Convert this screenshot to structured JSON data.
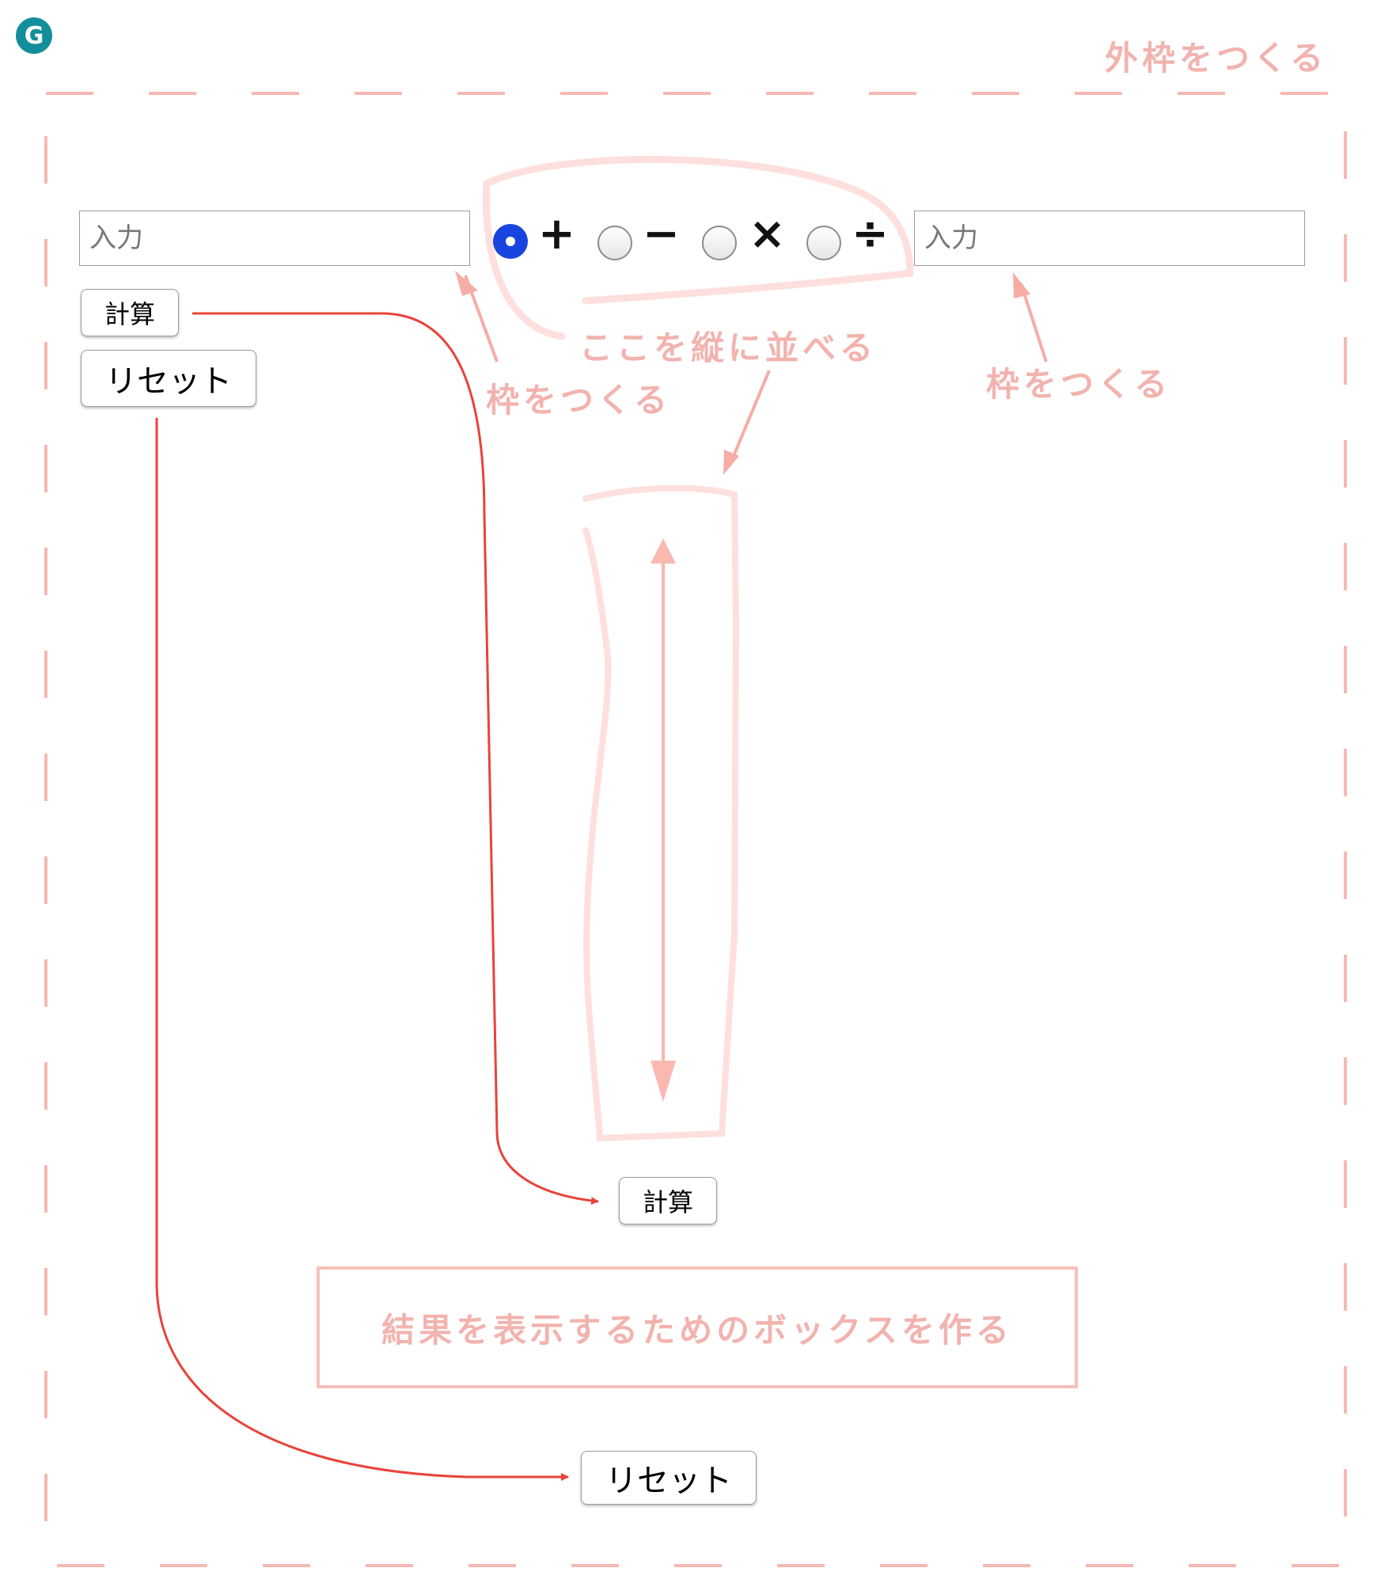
{
  "app": {
    "icon_letter": "G",
    "icon_color": "#138e9b"
  },
  "annotations": {
    "outer_frame": "外枠をつくる",
    "frame_left": "枠をつくる",
    "frame_right": "枠をつくる",
    "vertical_align": "ここを縦に並べる",
    "result_box": "結果を表示するためのボックスを作る"
  },
  "inputs": {
    "left_placeholder": "入力",
    "right_placeholder": "入力"
  },
  "operators": [
    {
      "symbol": "+",
      "checked": true
    },
    {
      "symbol": "−",
      "checked": false
    },
    {
      "symbol": "×",
      "checked": false
    },
    {
      "symbol": "÷",
      "checked": false
    }
  ],
  "buttons": {
    "calc_top": "計算",
    "reset_top": "リセット",
    "calc_bottom": "計算",
    "reset_bottom": "リセット"
  },
  "colors": {
    "annotation": "#f2b3ae",
    "guide_arrow": "#e8433a",
    "radio_checked": "#1a44e0"
  }
}
